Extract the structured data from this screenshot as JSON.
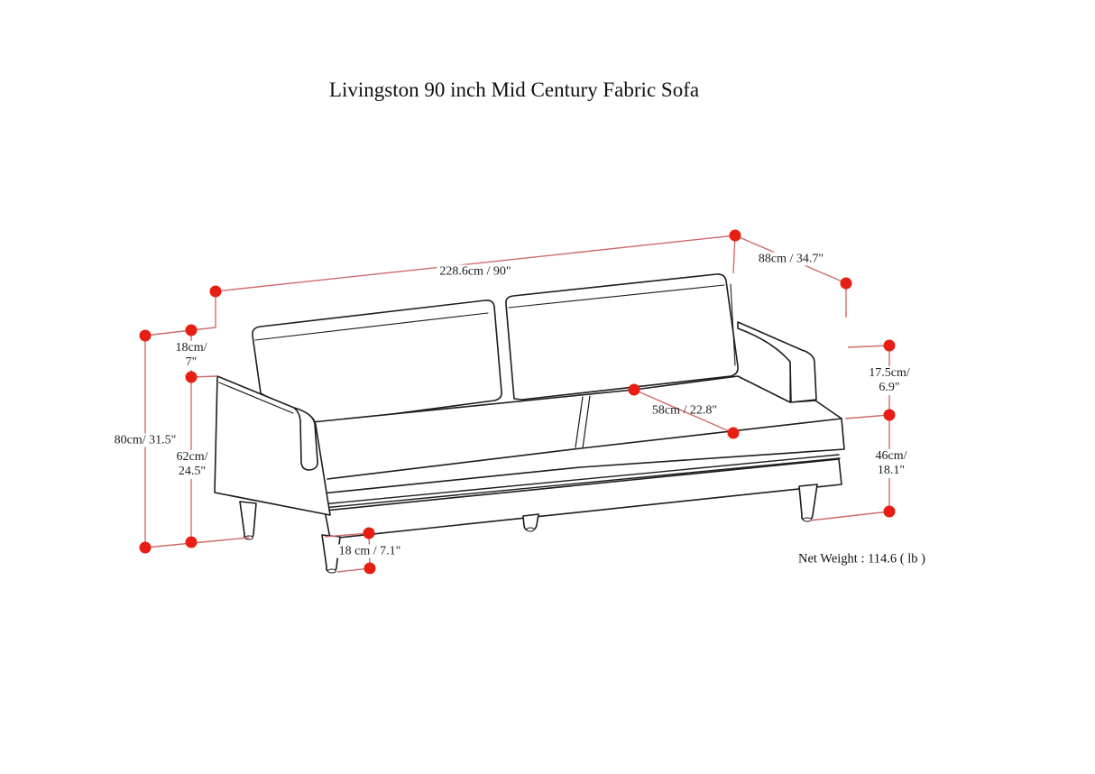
{
  "title": "Livingston 90 inch Mid Century Fabric Sofa",
  "net_weight": "Net Weight : 114.6 ( lb )",
  "colors": {
    "dot": "#e61e14",
    "line": "#cf6b6b",
    "ink": "#1c1c1c"
  },
  "dimensions": {
    "width": {
      "text": "228.6cm / 90\""
    },
    "depth": {
      "text": "88cm / 34.7\""
    },
    "back_above_arm": {
      "line1": "18cm/",
      "line2": "7\""
    },
    "overall_height": {
      "text": "80cm/ 31.5\""
    },
    "arm_height": {
      "line1": "62cm/",
      "line2": "24.5\""
    },
    "arm_above_seat": {
      "line1": "17.5cm/",
      "line2": "6.9\""
    },
    "seat_height": {
      "line1": "46cm/",
      "line2": "18.1\""
    },
    "seat_depth": {
      "text": "58cm / 22.8\""
    },
    "leg_height": {
      "text": "18 cm / 7.1\""
    }
  }
}
